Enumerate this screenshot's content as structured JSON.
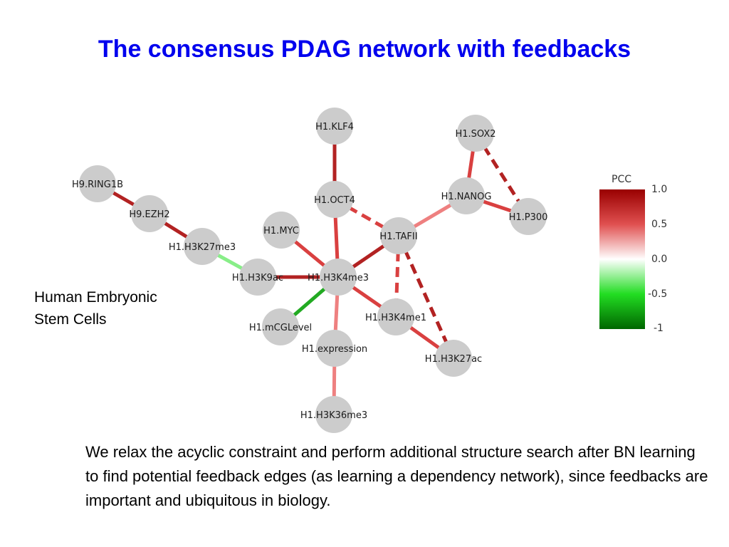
{
  "title": "The consensus PDAG network with feedbacks",
  "side_label": [
    "Human Embryonic",
    "Stem Cells"
  ],
  "body_text": "We relax the acyclic constraint and perform additional structure search after BN learning to find potential feedback edges (as learning a dependency network), since feedbacks are important and ubiquitous in biology.",
  "colors": {
    "title": "#0000ee",
    "node_fill": "#cccccc",
    "strong_pos": "#b22222",
    "medium_pos": "#d94040",
    "weak_pos": "#ee8080",
    "weak_neg": "#88ee88",
    "strong_neg": "#22aa22"
  },
  "network": {
    "nodes": [
      {
        "id": "klf4",
        "label": "H1.KLF4"
      },
      {
        "id": "sox2",
        "label": "H1.SOX2"
      },
      {
        "id": "ring1b",
        "label": "H9.RING1B"
      },
      {
        "id": "oct4",
        "label": "H1.OCT4"
      },
      {
        "id": "nanog",
        "label": "H1.NANOG"
      },
      {
        "id": "ezh2",
        "label": "H9.EZH2"
      },
      {
        "id": "p300",
        "label": "H1.P300"
      },
      {
        "id": "myc",
        "label": "H1.MYC"
      },
      {
        "id": "tafii",
        "label": "H1.TAFII"
      },
      {
        "id": "h3k27me3",
        "label": "H1.H3K27me3"
      },
      {
        "id": "h3k9ac",
        "label": "H1.H3K9ac"
      },
      {
        "id": "h3k4me3",
        "label": "H1.H3K4me3"
      },
      {
        "id": "h3k4me1",
        "label": "H1.H3K4me1"
      },
      {
        "id": "mcglevel",
        "label": "H1.mCGLevel"
      },
      {
        "id": "expression",
        "label": "H1.expression"
      },
      {
        "id": "h3k27ac",
        "label": "H1.H3K27ac"
      },
      {
        "id": "h3k36me3",
        "label": "H1.H3K36me3"
      }
    ],
    "edges": [
      {
        "from": "klf4",
        "to": "oct4",
        "style": "solid",
        "color": "strong_pos"
      },
      {
        "from": "oct4",
        "to": "h3k4me3",
        "style": "solid",
        "color": "medium_pos"
      },
      {
        "from": "oct4",
        "to": "tafii",
        "style": "dashed",
        "color": "medium_pos"
      },
      {
        "from": "sox2",
        "to": "nanog",
        "style": "solid",
        "color": "medium_pos"
      },
      {
        "from": "sox2",
        "to": "p300",
        "style": "dashed",
        "color": "strong_pos"
      },
      {
        "from": "nanog",
        "to": "p300",
        "style": "solid",
        "color": "medium_pos"
      },
      {
        "from": "nanog",
        "to": "tafii",
        "style": "solid",
        "color": "weak_pos"
      },
      {
        "from": "ring1b",
        "to": "ezh2",
        "style": "solid",
        "color": "strong_pos"
      },
      {
        "from": "ezh2",
        "to": "h3k27me3",
        "style": "solid",
        "color": "strong_pos"
      },
      {
        "from": "h3k27me3",
        "to": "h3k9ac",
        "style": "solid",
        "color": "weak_neg"
      },
      {
        "from": "h3k9ac",
        "to": "h3k4me3",
        "style": "solid",
        "color": "strong_pos"
      },
      {
        "from": "myc",
        "to": "h3k4me3",
        "style": "solid",
        "color": "medium_pos"
      },
      {
        "from": "tafii",
        "to": "h3k4me3",
        "style": "solid",
        "color": "strong_pos"
      },
      {
        "from": "tafii",
        "to": "h3k4me1",
        "style": "dashed",
        "color": "medium_pos"
      },
      {
        "from": "tafii",
        "to": "h3k27ac",
        "style": "dashed",
        "color": "strong_pos"
      },
      {
        "from": "h3k4me3",
        "to": "h3k4me1",
        "style": "solid",
        "color": "medium_pos"
      },
      {
        "from": "h3k4me3",
        "to": "mcglevel",
        "style": "solid",
        "color": "strong_neg"
      },
      {
        "from": "h3k4me3",
        "to": "expression",
        "style": "solid",
        "color": "weak_pos"
      },
      {
        "from": "h3k4me1",
        "to": "h3k27ac",
        "style": "solid",
        "color": "medium_pos"
      },
      {
        "from": "expression",
        "to": "h3k36me3",
        "style": "solid",
        "color": "weak_pos"
      }
    ]
  },
  "legend": {
    "title": "PCC",
    "ticks": [
      "1.0",
      "0.5",
      "0.0",
      "-0.5",
      "-1"
    ],
    "colors": [
      "#990000",
      "#e05050",
      "#ffffff",
      "#22dd22",
      "#006600"
    ]
  }
}
